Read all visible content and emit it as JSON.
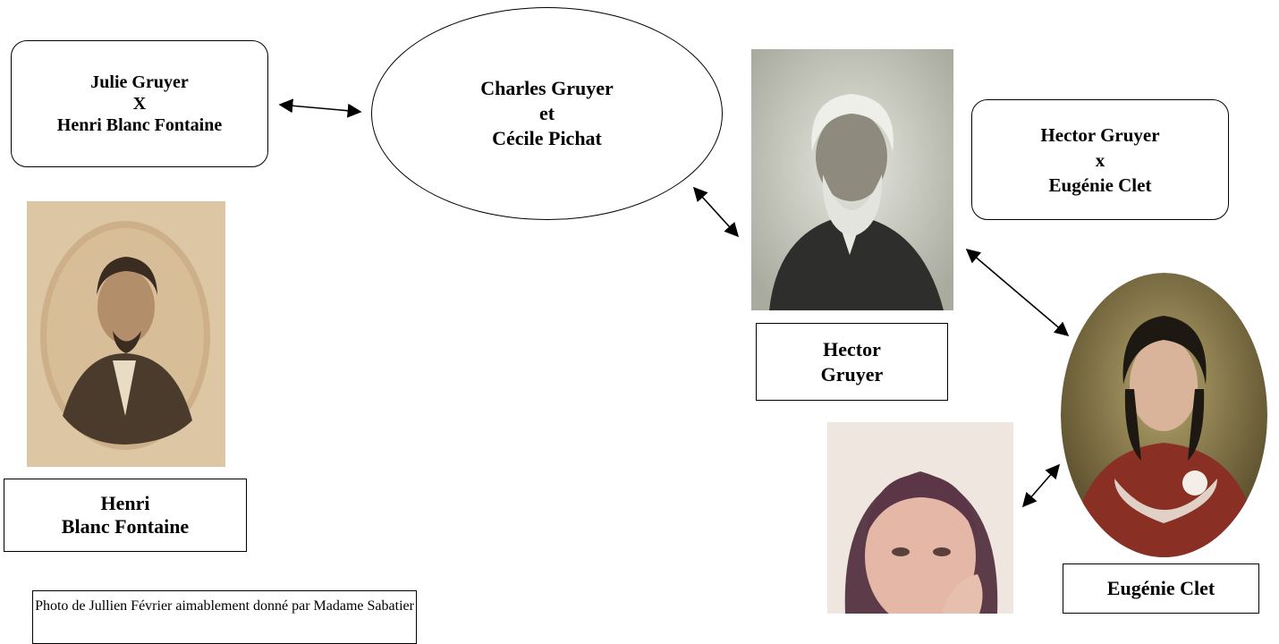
{
  "nodes": {
    "julie_couple": {
      "lines": [
        "Julie Gruyer",
        "X",
        "Henri Blanc Fontaine"
      ]
    },
    "parents_couple": {
      "lines": [
        "Charles Gruyer",
        "et",
        "Cécile Pichat"
      ]
    },
    "hector_couple": {
      "lines": [
        "Hector Gruyer",
        "x",
        "Eugénie Clet"
      ]
    },
    "hector_label": {
      "lines": [
        "Hector",
        "Gruyer"
      ]
    },
    "henri_label": {
      "lines": [
        "Henri",
        "Blanc Fontaine"
      ]
    },
    "eugenie_label": {
      "lines": [
        "Eugénie Clet"
      ]
    }
  },
  "photos": {
    "henri": {
      "description_icon": "portrait-henri-icon",
      "tone": "#d9c3a0"
    },
    "hector": {
      "description_icon": "portrait-hector-icon",
      "tone": "#c9cbc2"
    },
    "eugenie": {
      "description_icon": "portrait-eugenie-icon",
      "tone": "#8f3a2e"
    },
    "woman": {
      "description_icon": "portrait-woman-icon",
      "tone": "#e9c9bd"
    }
  },
  "caption": {
    "text": "Photo de Jullien Février aimablement donné par Madame Sabatier"
  }
}
